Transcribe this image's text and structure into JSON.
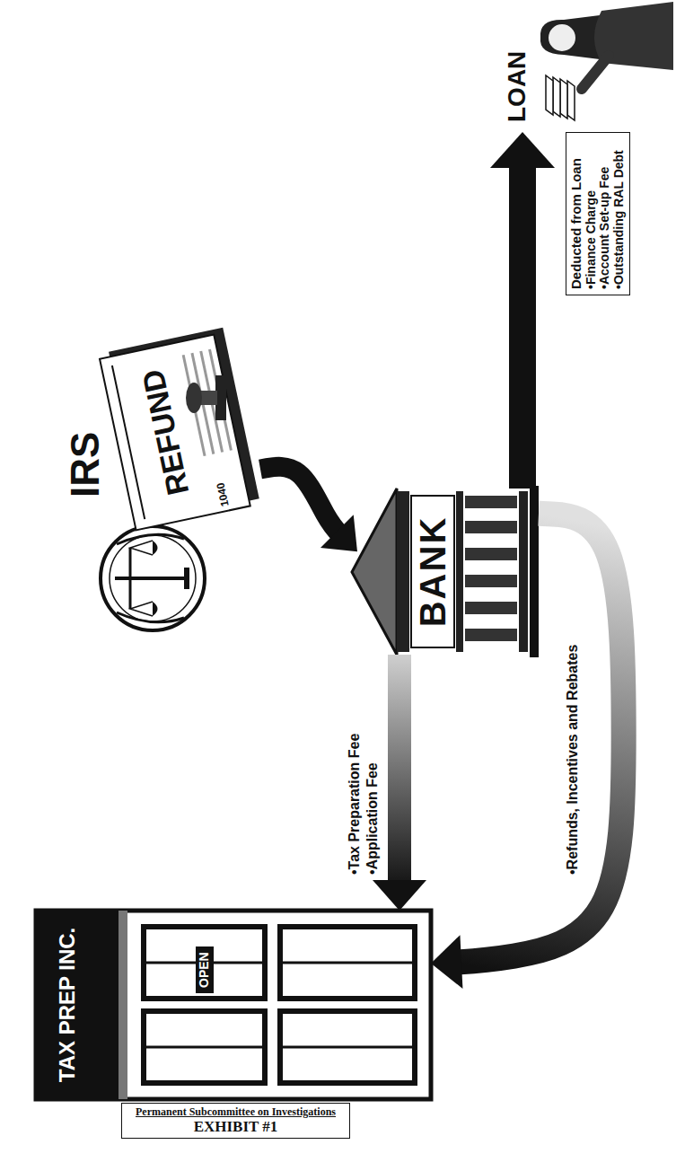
{
  "diagram": {
    "nodes": [
      {
        "text": [
          "TAX PREP INC.",
          "OPEN"
        ]
      },
      {
        "text": [
          "IRS",
          "REFUND",
          "1040"
        ]
      },
      {
        "text": [
          "BANK"
        ]
      },
      {
        "text": [
          "LOAN"
        ]
      },
      {
        "text": [
          "Deducted from Loan",
          "•Finance Charge",
          "•Account Set-up Fee",
          "•Outstanding RAL Debt"
        ]
      },
      {
        "text": [
          "Permanent Subcommittee on Investigations",
          "EXHIBIT #1"
        ]
      }
    ],
    "edges": [
      {
        "from": 1,
        "to": 2,
        "arrow": "to"
      },
      {
        "from": 2,
        "to": 0,
        "label": "•Tax Preparation Fee •Application Fee",
        "arrow": "to"
      },
      {
        "from": 2,
        "to": 0,
        "label": "•Refunds, Incentives and Rebates",
        "arrow": "to"
      },
      {
        "from": 2,
        "to": 3,
        "arrow": "to"
      }
    ]
  }
}
